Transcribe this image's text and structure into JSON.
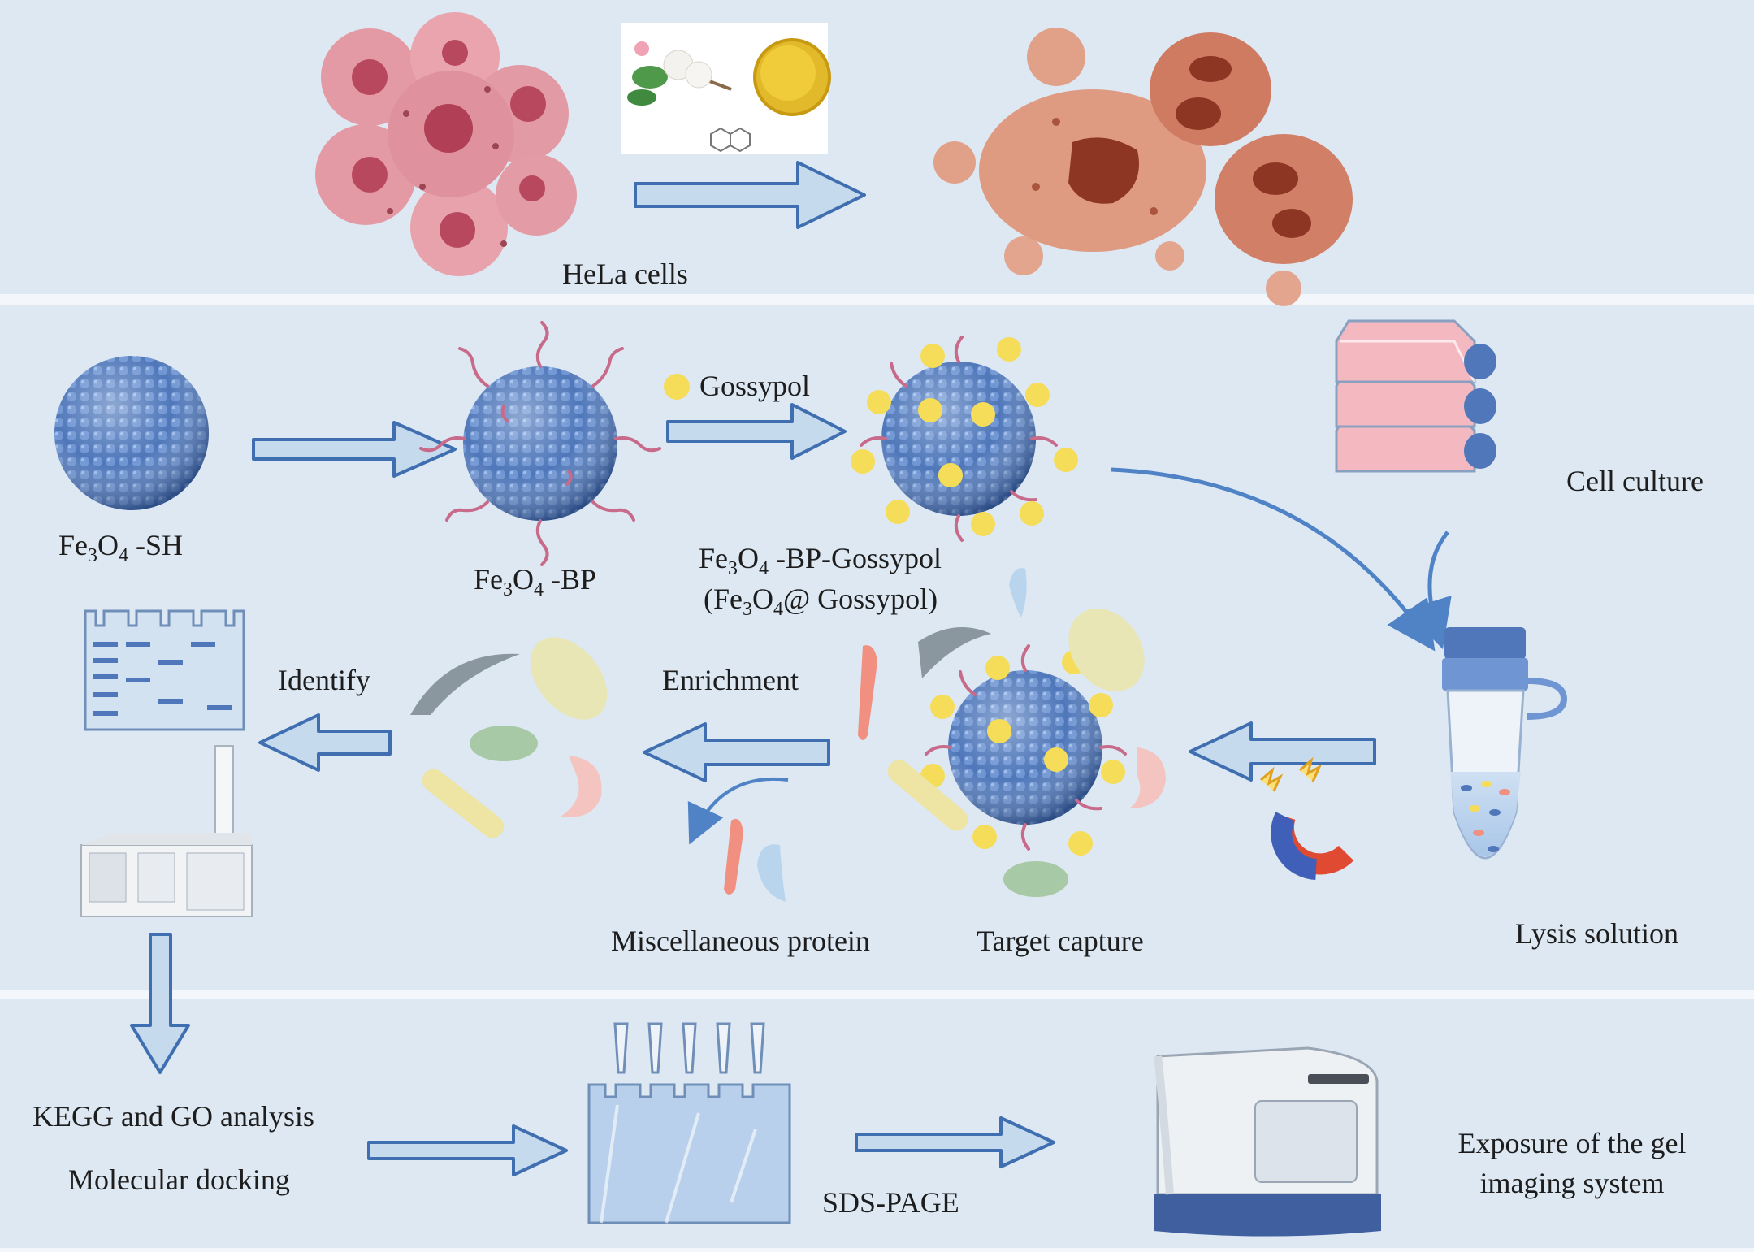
{
  "colors": {
    "panel_bg": "#dde8f3",
    "arrow_fill": "#c6daee",
    "arrow_stroke": "#3f6fb0",
    "nanoparticle": "#4f77b9",
    "gossypol": "#f5dd5a",
    "hela_cell": "#e49aa4",
    "apoptotic_cell": "#d98c73"
  },
  "top_panel": {
    "hela_label": "HeLa cells"
  },
  "middle_panel": {
    "fe3o4_sh": {
      "pre": "Fe",
      "s1": "3",
      "mid": "O",
      "s2": "4",
      "post": " -SH"
    },
    "fe3o4_bp": {
      "pre": "Fe",
      "s1": "3",
      "mid": "O",
      "s2": "4",
      "post": " -BP"
    },
    "gossypol_label": "Gossypol",
    "fe3o4_bp_gossypol": {
      "pre": "Fe",
      "s1": "3",
      "mid": "O",
      "s2": "4",
      "post": " -BP-Gossypol"
    },
    "fe3o4_at_gossypol": {
      "open": "(Fe",
      "s1": "3",
      "mid": "O",
      "s2": "4",
      "post": "@ Gossypol)"
    },
    "cell_culture": "Cell culture",
    "lysis_solution": "Lysis solution",
    "target_capture": "Target capture",
    "miscellaneous_protein": "Miscellaneous protein",
    "enrichment": "Enrichment",
    "identify": "Identify"
  },
  "bottom_panel": {
    "kegg_go": "KEGG and GO analysis",
    "molecular_docking": "Molecular docking",
    "sds_page": "SDS-PAGE",
    "exposure_line1": "Exposure of the gel",
    "exposure_line2": "imaging system"
  }
}
